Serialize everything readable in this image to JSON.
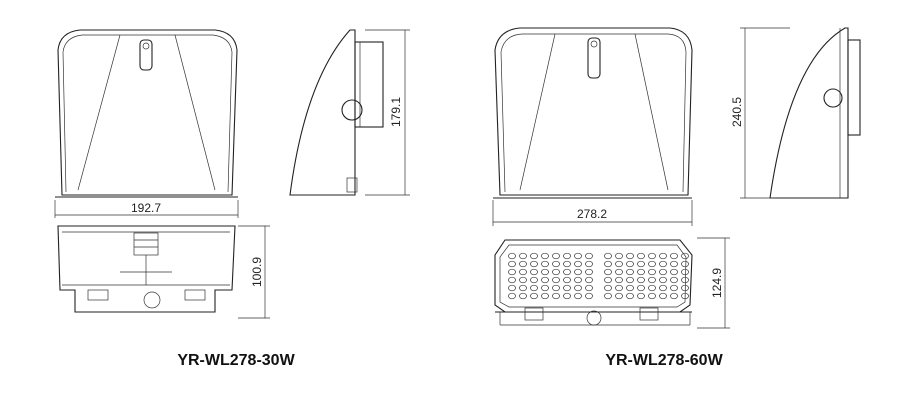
{
  "models": [
    {
      "name": "YR-WL278-30W",
      "dimensions": {
        "width": "192.7",
        "height": "179.1",
        "depth": "100.9"
      }
    },
    {
      "name": "YR-WL278-60W",
      "dimensions": {
        "width": "278.2",
        "height": "240.5",
        "depth": "124.9"
      }
    }
  ]
}
